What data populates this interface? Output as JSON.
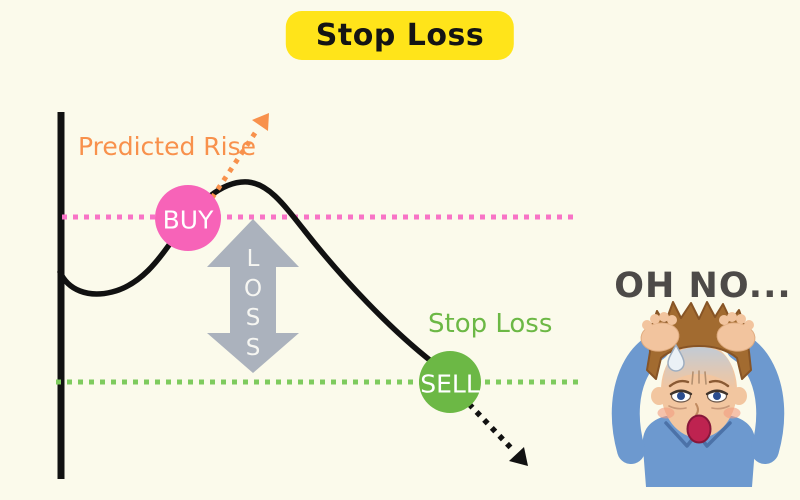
{
  "title": "Stop Loss",
  "colors": {
    "background": "#FBFAEB",
    "title_background": "#FFE41A",
    "title_text": "#141414",
    "black": "#111111",
    "pink": "#F763B8",
    "pink_dotted_line": "#F873C6",
    "orange": "#F8914C",
    "green": "#6CB845",
    "green_dotted_line": "#7ECB5D",
    "gray_arrow": "#ABB2BD",
    "oh_no_text": "#4D4A48"
  },
  "diagram": {
    "predicted_rise_label": "Predicted Rise",
    "buy_label": "BUY",
    "sell_label": "SELL",
    "stop_loss_label": "Stop Loss",
    "loss_letters": [
      "L",
      "O",
      "S",
      "S"
    ],
    "oh_no_text": "OH NO...",
    "character_alt": "distressed man holding his head"
  }
}
